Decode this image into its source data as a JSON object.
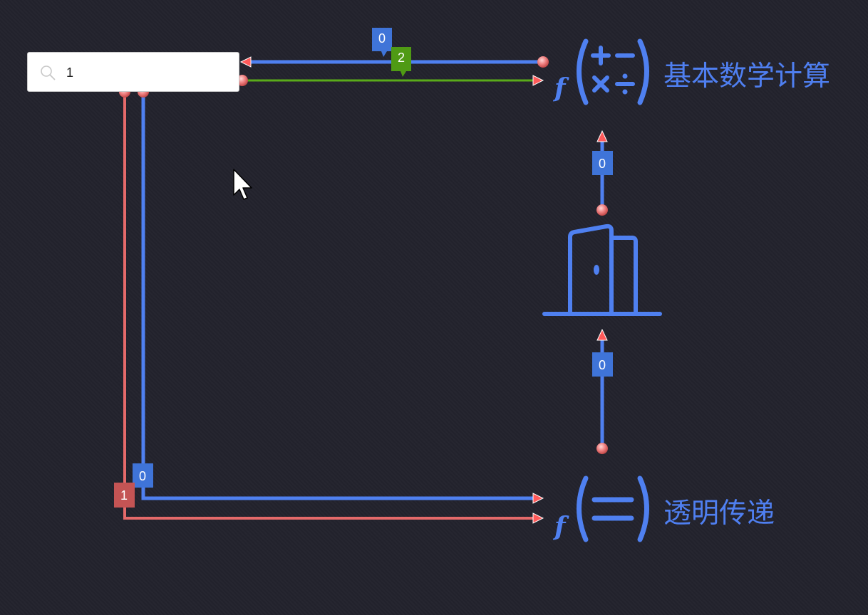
{
  "search": {
    "value": "1",
    "placeholder": ""
  },
  "nodes": {
    "math": {
      "label": "基本数学计算",
      "icon": "function-math-operators-icon"
    },
    "passthrough": {
      "label": "透明传递",
      "icon": "function-equals-icon"
    },
    "gate": {
      "icon": "door-open-icon"
    }
  },
  "badges": {
    "top_blue": "0",
    "top_green": "2",
    "gate_upper": "0",
    "gate_lower": "0",
    "left_blue": "0",
    "left_red": "1"
  },
  "colors": {
    "blue": "#4f80f0",
    "red": "#e56a6a",
    "green": "#5aab1a",
    "background": "#22222c"
  }
}
